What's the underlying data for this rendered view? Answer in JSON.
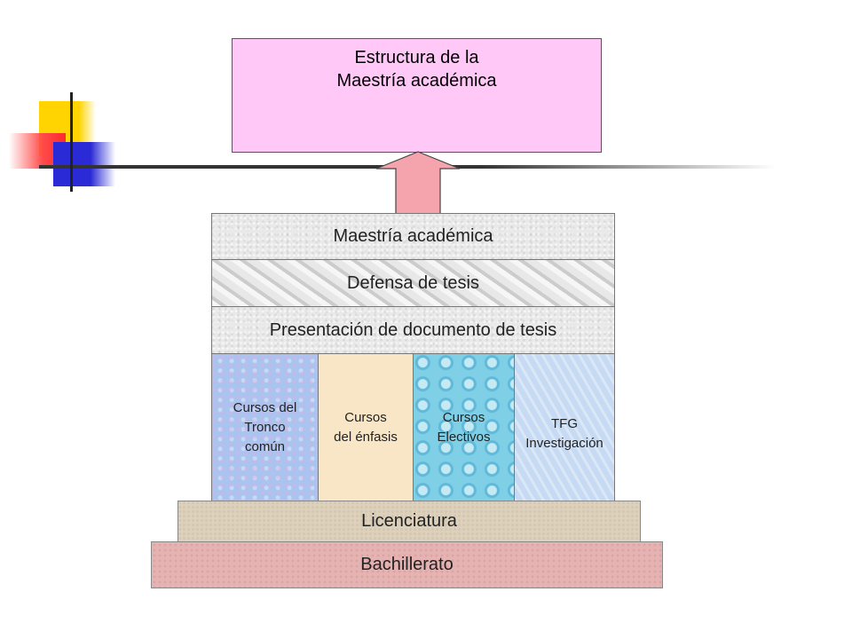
{
  "title": [
    "Estructura de la",
    "Maestría académica"
  ],
  "levels": {
    "maestria": "Maestría académica",
    "defensa": "Defensa de tesis",
    "presentacion": "Presentación de documento de tesis"
  },
  "columns": [
    [
      "Cursos del",
      "Tronco",
      "común"
    ],
    [
      "Cursos",
      "del énfasis"
    ],
    [
      "Cursos",
      "Electivos"
    ],
    [
      "TFG",
      "Investigación"
    ]
  ],
  "base": {
    "licenciatura": "Licenciatura",
    "bachillerato": "Bachillerato"
  },
  "colors": {
    "title_box": "#ffc8f7",
    "arrow": "#f5a3ad",
    "column_1": "#a9c4ee",
    "column_2": "#f9e6c6",
    "column_3": "#7fd0e6",
    "column_4": "#c7daf3",
    "licenciatura": "#ddd1bb",
    "bachillerato": "#e6b3b3"
  }
}
